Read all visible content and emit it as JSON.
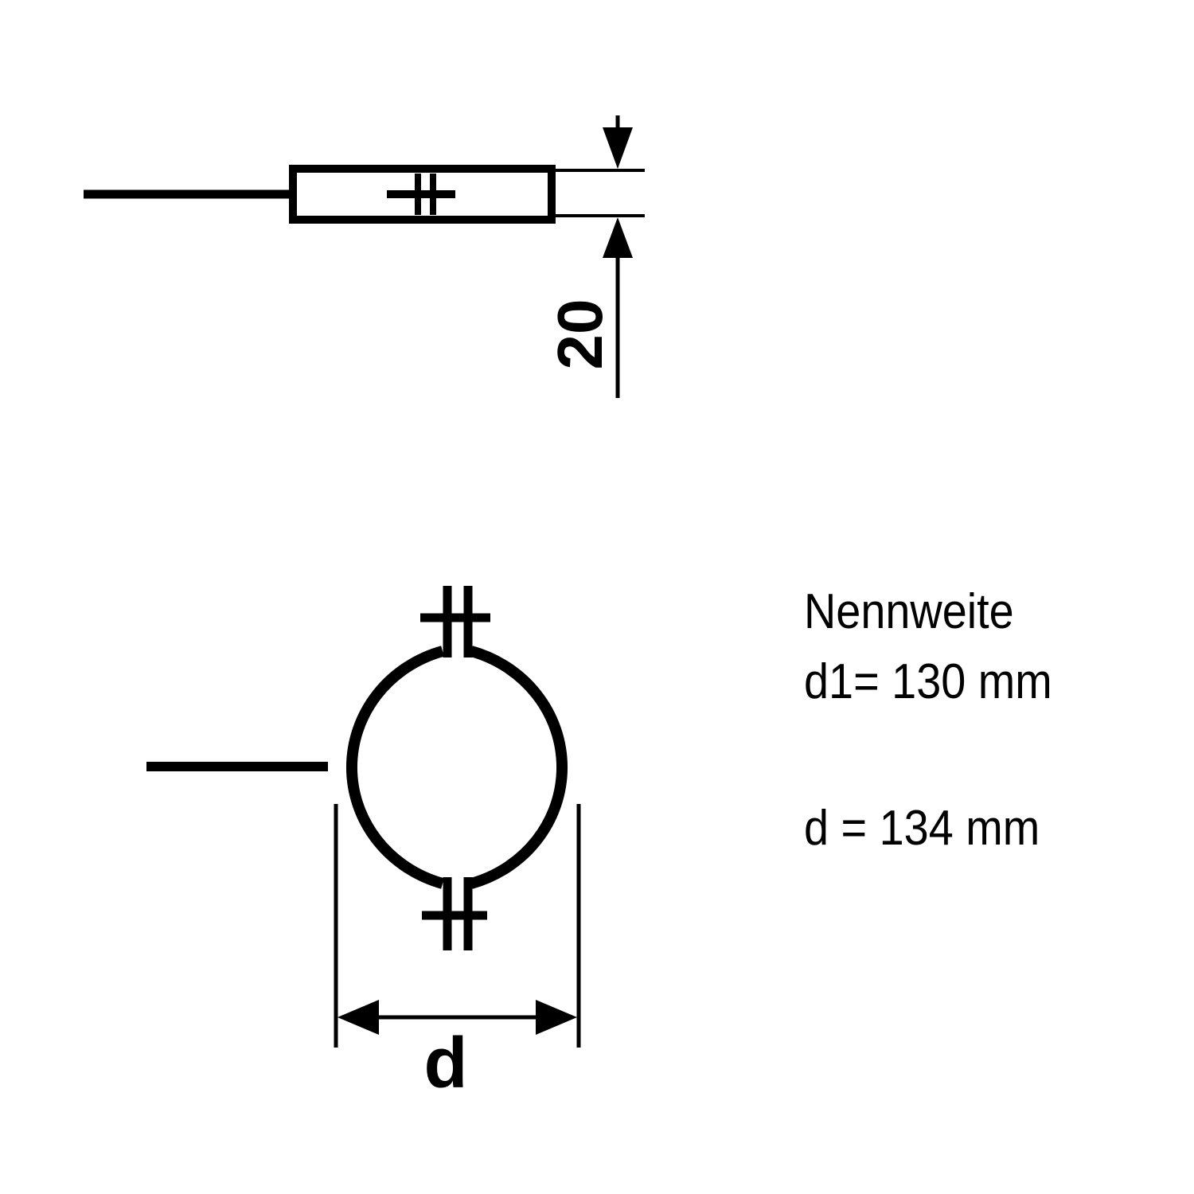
{
  "top_view": {
    "height_dimension": "20"
  },
  "front_view": {
    "diameter_label": "d"
  },
  "spec": {
    "line1": "Nennweite",
    "line2": "d1= 130 mm",
    "line3": "d = 134 mm"
  }
}
